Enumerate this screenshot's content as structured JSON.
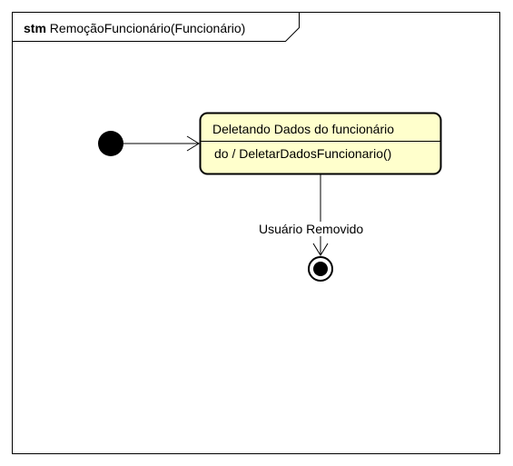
{
  "frame": {
    "keyword": "stm",
    "name": "RemoçãoFuncionário(Funcionário)"
  },
  "state": {
    "name": "Deletando Dados do funcionário",
    "activity": "do / DeletarDadosFuncionario()",
    "fill": "#ffffcc"
  },
  "transition": {
    "label": "Usuário Removido"
  }
}
